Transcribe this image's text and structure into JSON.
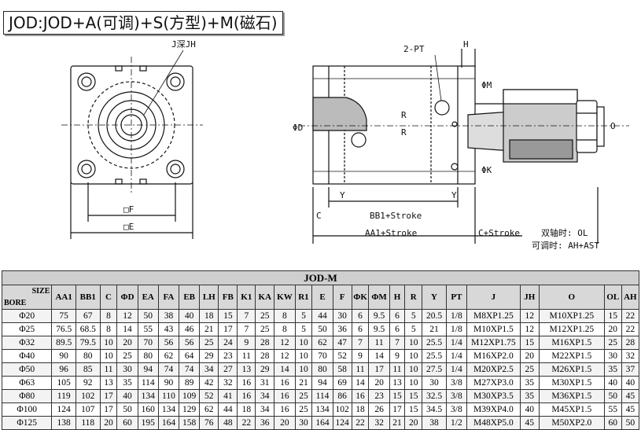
{
  "title": "JOD:JOD+A(可调)+S(方型)+M(磁石)",
  "drawing": {
    "labels": {
      "jh": "J深JH",
      "f": "□F",
      "e": "□E",
      "pt": "2-PT",
      "h": "H",
      "m": "ΦM",
      "d": "ΦD",
      "r1": "R",
      "r2": "R",
      "k": "ΦK",
      "o": "O",
      "y1": "Y",
      "y2": "Y",
      "c1": "C",
      "bb1": "BB1+Stroke",
      "aa1": "AA1+Stroke",
      "c2": "C+Stroke",
      "note1": "双轴时: OL",
      "note2": "可调时: AH+AST"
    }
  },
  "table": {
    "caption": "JOD-M",
    "corner_size": "SIZE",
    "corner_bore": "BORE",
    "headers": [
      "AA1",
      "BB1",
      "C",
      "ΦD",
      "EA",
      "FA",
      "EB",
      "LH",
      "FB",
      "K1",
      "KA",
      "KW",
      "R1",
      "E",
      "F",
      "ΦK",
      "ΦM",
      "H",
      "R",
      "Y",
      "PT",
      "J",
      "JH",
      "O",
      "OL",
      "AH"
    ],
    "rows": [
      [
        "Φ20",
        "75",
        "67",
        "8",
        "12",
        "50",
        "38",
        "40",
        "18",
        "15",
        "7",
        "25",
        "8",
        "5",
        "44",
        "30",
        "6",
        "9.5",
        "6",
        "5",
        "20.5",
        "1/8",
        "M8XP1.25",
        "12",
        "M10XP1.25",
        "15",
        "22"
      ],
      [
        "Φ25",
        "76.5",
        "68.5",
        "8",
        "14",
        "55",
        "43",
        "46",
        "21",
        "17",
        "7",
        "25",
        "8",
        "5",
        "50",
        "36",
        "6",
        "9.5",
        "6",
        "5",
        "21",
        "1/8",
        "M10XP1.5",
        "12",
        "M12XP1.25",
        "20",
        "22"
      ],
      [
        "Φ32",
        "89.5",
        "79.5",
        "10",
        "20",
        "70",
        "56",
        "56",
        "25",
        "24",
        "9",
        "28",
        "12",
        "10",
        "62",
        "47",
        "7",
        "11",
        "7",
        "10",
        "25.5",
        "1/4",
        "M12XP1.75",
        "15",
        "M16XP1.5",
        "25",
        "28"
      ],
      [
        "Φ40",
        "90",
        "80",
        "10",
        "25",
        "80",
        "62",
        "64",
        "29",
        "23",
        "11",
        "28",
        "12",
        "10",
        "70",
        "52",
        "9",
        "14",
        "9",
        "10",
        "25.5",
        "1/4",
        "M16XP2.0",
        "20",
        "M22XP1.5",
        "30",
        "32"
      ],
      [
        "Φ50",
        "96",
        "85",
        "11",
        "30",
        "94",
        "74",
        "74",
        "34",
        "27",
        "13",
        "29",
        "14",
        "10",
        "80",
        "58",
        "11",
        "17",
        "11",
        "10",
        "27.5",
        "1/4",
        "M20XP2.5",
        "25",
        "M26XP1.5",
        "35",
        "37"
      ],
      [
        "Φ63",
        "105",
        "92",
        "13",
        "35",
        "114",
        "90",
        "89",
        "42",
        "32",
        "16",
        "31",
        "16",
        "21",
        "94",
        "69",
        "14",
        "20",
        "13",
        "10",
        "30",
        "3/8",
        "M27XP3.0",
        "35",
        "M30XP1.5",
        "40",
        "40"
      ],
      [
        "Φ80",
        "119",
        "102",
        "17",
        "40",
        "134",
        "110",
        "109",
        "52",
        "41",
        "16",
        "34",
        "16",
        "25",
        "114",
        "86",
        "16",
        "23",
        "15",
        "15",
        "32.5",
        "3/8",
        "M30XP3.5",
        "35",
        "M36XP1.5",
        "50",
        "45"
      ],
      [
        "Φ100",
        "124",
        "107",
        "17",
        "50",
        "160",
        "134",
        "129",
        "62",
        "44",
        "18",
        "34",
        "16",
        "25",
        "134",
        "102",
        "18",
        "26",
        "17",
        "15",
        "34.5",
        "3/8",
        "M39XP4.0",
        "40",
        "M45XP1.5",
        "55",
        "45"
      ],
      [
        "Φ125",
        "138",
        "118",
        "20",
        "60",
        "195",
        "164",
        "158",
        "76",
        "48",
        "22",
        "36",
        "20",
        "30",
        "164",
        "124",
        "22",
        "32",
        "21",
        "20",
        "38",
        "1/2",
        "M48XP5.0",
        "45",
        "M50XP2.0",
        "60",
        "50"
      ]
    ]
  }
}
